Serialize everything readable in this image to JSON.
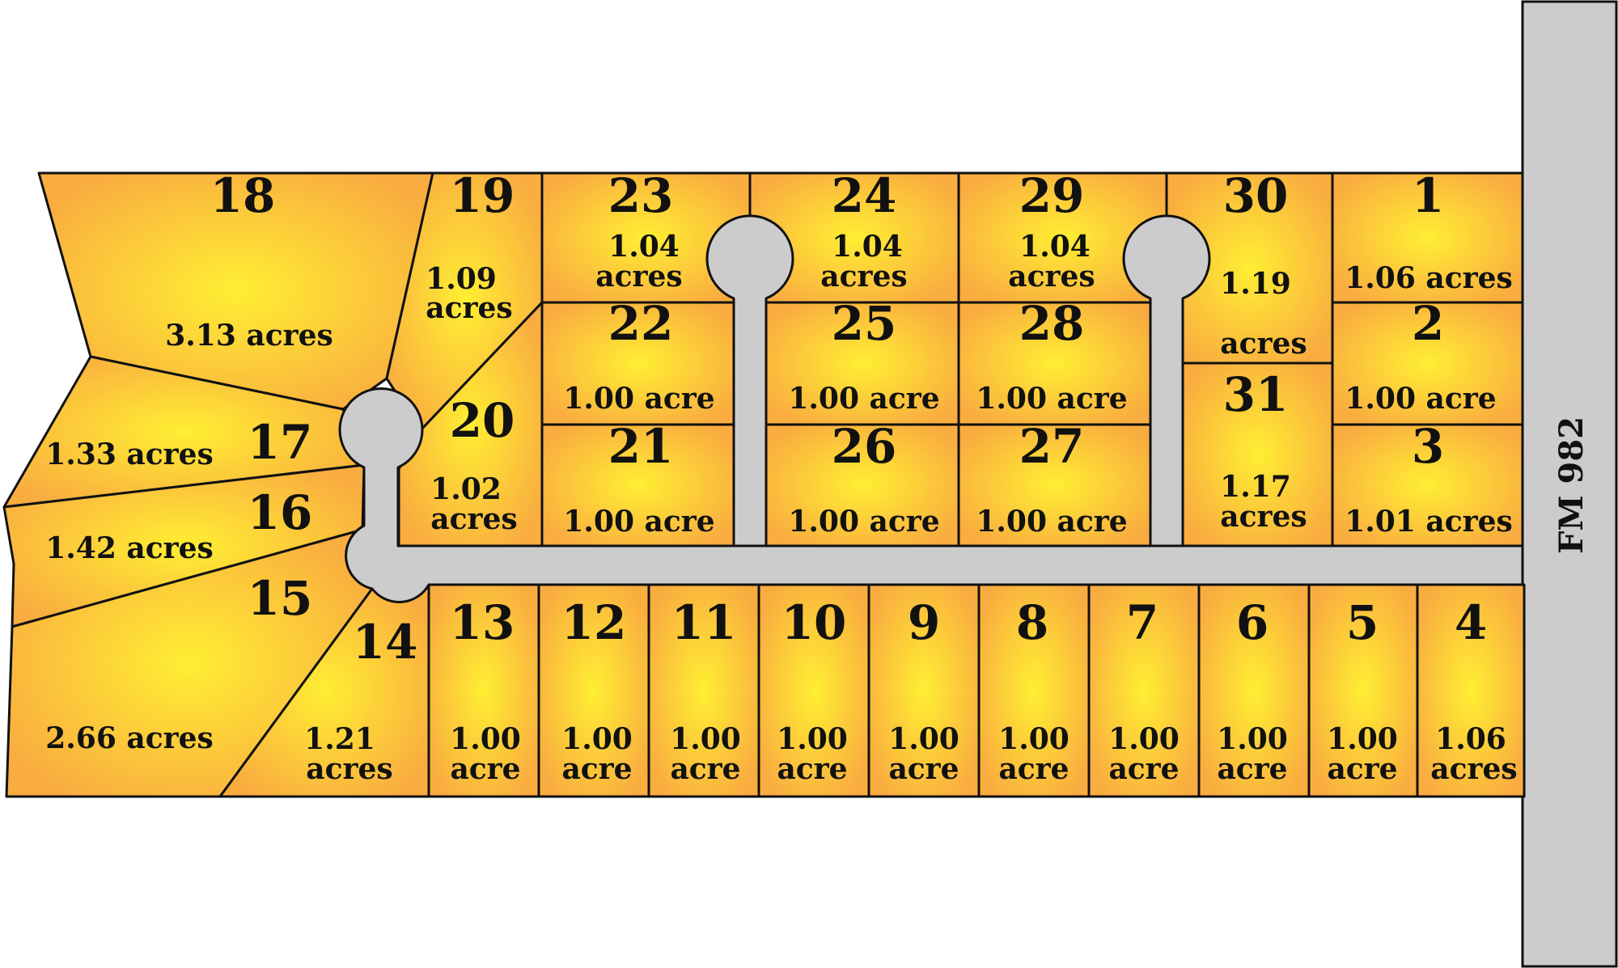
{
  "highway": {
    "label": "FM 982"
  },
  "colors": {
    "lot_center": "#ffee33",
    "lot_edge": "#f9ac40",
    "road": "#cccccc",
    "outline": "#111111"
  },
  "lots": [
    {
      "id": "18",
      "number": "18",
      "area_lines": [
        "3.13 acres"
      ]
    },
    {
      "id": "19",
      "number": "19",
      "area_lines": [
        "1.09",
        "acres"
      ]
    },
    {
      "id": "23",
      "number": "23",
      "area_lines": [
        "1.04",
        "acres"
      ]
    },
    {
      "id": "24",
      "number": "24",
      "area_lines": [
        "1.04",
        "acres"
      ]
    },
    {
      "id": "29",
      "number": "29",
      "area_lines": [
        "1.04",
        "acres"
      ]
    },
    {
      "id": "30",
      "number": "30",
      "area_lines": [
        "1.19",
        "acres"
      ]
    },
    {
      "id": "1",
      "number": "1",
      "area_lines": [
        "1.06 acres"
      ]
    },
    {
      "id": "22",
      "number": "22",
      "area_lines": [
        "1.00 acre"
      ]
    },
    {
      "id": "25",
      "number": "25",
      "area_lines": [
        "1.00 acre"
      ]
    },
    {
      "id": "28",
      "number": "28",
      "area_lines": [
        "1.00 acre"
      ]
    },
    {
      "id": "2",
      "number": "2",
      "area_lines": [
        "1.00 acre"
      ]
    },
    {
      "id": "31",
      "number": "31",
      "area_lines": [
        "1.17",
        "acres"
      ]
    },
    {
      "id": "21",
      "number": "21",
      "area_lines": [
        "1.00 acre"
      ]
    },
    {
      "id": "26",
      "number": "26",
      "area_lines": [
        "1.00 acre"
      ]
    },
    {
      "id": "27",
      "number": "27",
      "area_lines": [
        "1.00 acre"
      ]
    },
    {
      "id": "3",
      "number": "3",
      "area_lines": [
        "1.01 acres"
      ]
    },
    {
      "id": "20",
      "number": "20",
      "area_lines": [
        "1.02",
        "acres"
      ]
    },
    {
      "id": "17",
      "number": "17",
      "area_lines": [
        "1.33 acres"
      ]
    },
    {
      "id": "16",
      "number": "16",
      "area_lines": [
        "1.42 acres"
      ]
    },
    {
      "id": "15",
      "number": "15",
      "area_lines": [
        "2.66 acres"
      ]
    },
    {
      "id": "14",
      "number": "14",
      "area_lines": [
        "1.21",
        "acres"
      ]
    },
    {
      "id": "13",
      "number": "13",
      "area_lines": [
        "1.00",
        "acre"
      ]
    },
    {
      "id": "12",
      "number": "12",
      "area_lines": [
        "1.00",
        "acre"
      ]
    },
    {
      "id": "11",
      "number": "11",
      "area_lines": [
        "1.00",
        "acre"
      ]
    },
    {
      "id": "10",
      "number": "10",
      "area_lines": [
        "1.00",
        "acre"
      ]
    },
    {
      "id": "9",
      "number": "9",
      "area_lines": [
        "1.00",
        "acre"
      ]
    },
    {
      "id": "8",
      "number": "8",
      "area_lines": [
        "1.00",
        "acre"
      ]
    },
    {
      "id": "7",
      "number": "7",
      "area_lines": [
        "1.00",
        "acre"
      ]
    },
    {
      "id": "6",
      "number": "6",
      "area_lines": [
        "1.00",
        "acre"
      ]
    },
    {
      "id": "5",
      "number": "5",
      "area_lines": [
        "1.00",
        "acre"
      ]
    },
    {
      "id": "4",
      "number": "4",
      "area_lines": [
        "1.06",
        "acres"
      ]
    }
  ]
}
